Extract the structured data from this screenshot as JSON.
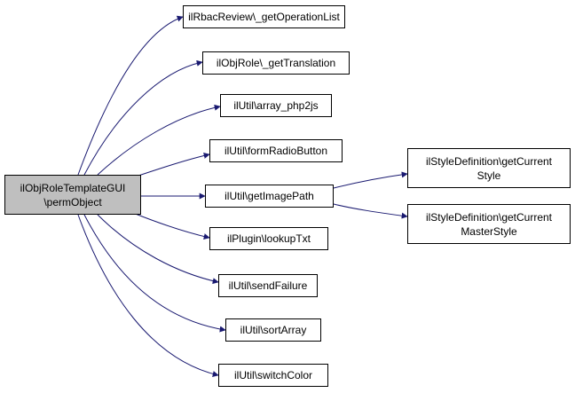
{
  "graph": {
    "root": {
      "line1": "ilObjRoleTemplateGUI",
      "line2": "\\permObject"
    },
    "callees": [
      {
        "label": "ilRbacReview\\_getOperationList"
      },
      {
        "label": "ilObjRole\\_getTranslation"
      },
      {
        "label": "ilUtil\\array_php2js"
      },
      {
        "label": "ilUtil\\formRadioButton"
      },
      {
        "label": "ilUtil\\getImagePath"
      },
      {
        "label": "ilPlugin\\lookupTxt"
      },
      {
        "label": "ilUtil\\sendFailure"
      },
      {
        "label": "ilUtil\\sortArray"
      },
      {
        "label": "ilUtil\\switchColor"
      }
    ],
    "second_level": [
      {
        "line1": "ilStyleDefinition\\getCurrent",
        "line2": "Style"
      },
      {
        "line1": "ilStyleDefinition\\getCurrent",
        "line2": "MasterStyle"
      }
    ]
  },
  "colors": {
    "edge": "#191970",
    "root_fill": "#bfbfbf",
    "node_fill": "#ffffff",
    "node_border": "#000000"
  }
}
